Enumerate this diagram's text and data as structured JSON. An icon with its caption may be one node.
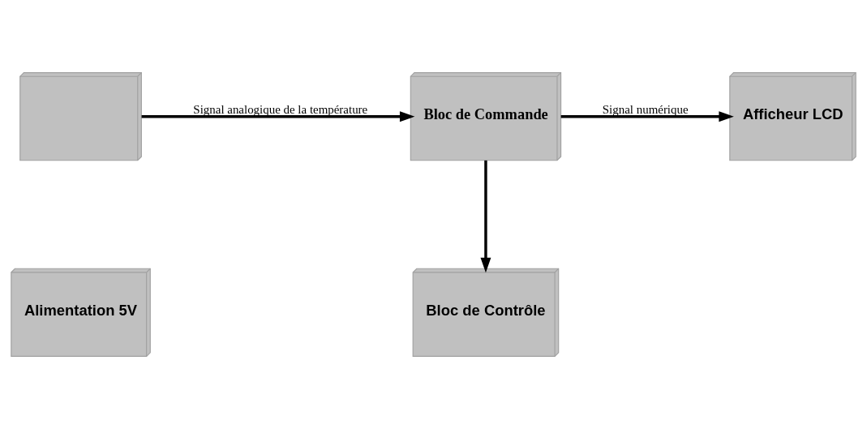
{
  "diagram": {
    "nodes": [
      {
        "text": [],
        "shape": "box"
      },
      {
        "text": [
          "Bloc de Commande"
        ]
      },
      {
        "text": [
          "Afficheur LCD"
        ]
      },
      {
        "text": [
          "Alimentation 5V"
        ]
      },
      {
        "text": [
          "Bloc de Contrôle"
        ]
      }
    ],
    "edges": [
      {
        "from": 0,
        "to": 1,
        "arrow": "to",
        "label": "Signal analogique de la température"
      },
      {
        "from": 1,
        "to": 2,
        "arrow": "to",
        "label": "Signal numérique"
      },
      {
        "from": 1,
        "to": 4,
        "arrow": "to"
      }
    ]
  }
}
